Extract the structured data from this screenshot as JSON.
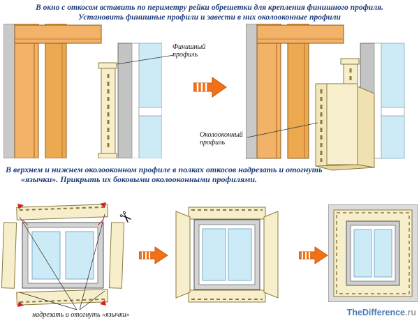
{
  "instructions": {
    "top": {
      "line1": "В окно с откосом вставить по периметру рейки обрешетки для крепления финишного профиля.",
      "line2": "Установить финишные профили и завести в них околооконные профили"
    },
    "middle": {
      "line1": "В верхнем и нижнем околооконном профиле в полках откосов надрезать и отогнуть",
      "line2": "«язычки». Прикрыть их боковыми околооконными профилями."
    }
  },
  "labels": {
    "finish_profile": "Финишный профиль",
    "near_window_profile": "Околооконный профиль",
    "tabs_note": "надрезать и отогнуть «язычки»"
  },
  "icons": {
    "scissors": "✂"
  },
  "watermark": {
    "name": "TheDifference",
    "tld": ".ru"
  },
  "colors": {
    "instruction_text": "#1e3c78",
    "arrow_orange": "#f07119",
    "wood_light": "#f2b267",
    "wood_dark": "#eda94f",
    "profile_cream": "#f7eecb",
    "glass_blue": "#cdeaf7",
    "wall_gray": "#c9c9c9",
    "red_mark": "#d42020",
    "watermark_blue": "#4a7ab5",
    "watermark_gray": "#9b9b9b"
  }
}
